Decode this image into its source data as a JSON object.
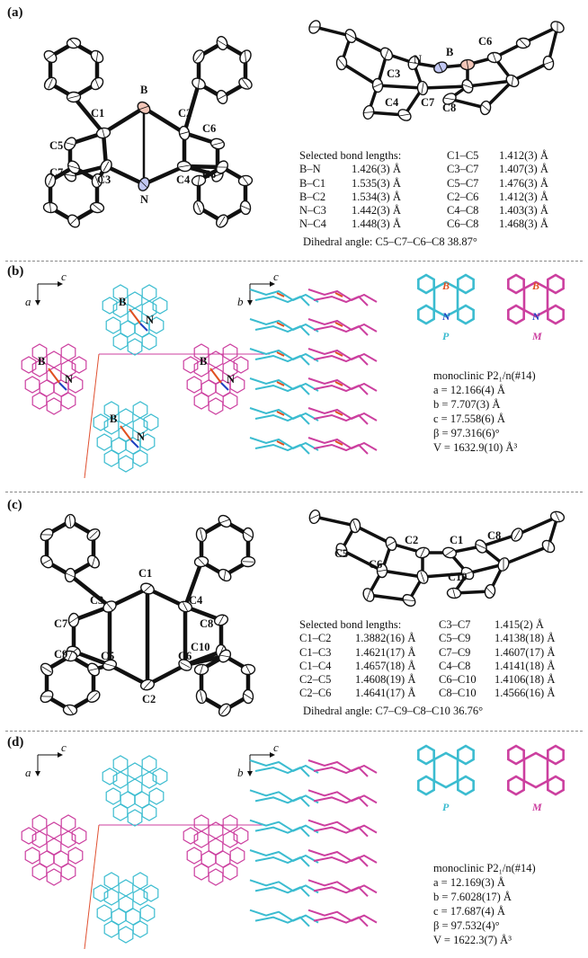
{
  "panels": {
    "a": {
      "label": "(a)",
      "atoms_top": [
        "C1",
        "B",
        "C2",
        "C5",
        "C6",
        "C7",
        "C3",
        "N",
        "C4",
        "C8"
      ],
      "atoms_side": [
        "N",
        "B",
        "C6",
        "C3",
        "C4",
        "C7",
        "C8"
      ],
      "bond_title": "Selected bond lengths:",
      "bonds_left": [
        [
          "B–N",
          "1.426(3) Å"
        ],
        [
          "B–C1",
          "1.535(3) Å"
        ],
        [
          "B–C2",
          "1.534(3) Å"
        ],
        [
          "N–C3",
          "1.442(3) Å"
        ],
        [
          "N–C4",
          "1.448(3) Å"
        ]
      ],
      "bonds_right": [
        [
          "C1–C5",
          "1.412(3) Å"
        ],
        [
          "C3–C7",
          "1.407(3) Å"
        ],
        [
          "C5–C7",
          "1.476(3) Å"
        ],
        [
          "C2–C6",
          "1.412(3) Å"
        ],
        [
          "C4–C8",
          "1.403(3) Å"
        ],
        [
          "C6–C8",
          "1.468(3) Å"
        ]
      ],
      "dihedral": "Dihedral angle: C5–C7–C6–C8  38.87°"
    },
    "b": {
      "label": "(b)",
      "axes_left": [
        "a",
        "c"
      ],
      "axes_mid": [
        "b",
        "c"
      ],
      "atom_b": "B",
      "atom_n": "N",
      "chiral": [
        "P",
        "M"
      ],
      "cell": [
        "monoclinic P2₁/n(#14)",
        "a = 12.166(4) Å",
        "b =   7.707(3) Å",
        "c = 17.558(6) Å",
        "β = 97.316(6)°",
        "V = 1632.9(10) Å³"
      ]
    },
    "c": {
      "label": "(c)",
      "atoms_top": [
        "C1",
        "C3",
        "C4",
        "C7",
        "C8",
        "C9",
        "C5",
        "C2",
        "C6",
        "C10"
      ],
      "atoms_side": [
        "C5",
        "C2",
        "C1",
        "C8",
        "C6",
        "C10"
      ],
      "bond_title": "Selected bond lengths:",
      "bonds_left": [
        [
          "C1–C2",
          "1.3882(16) Å"
        ],
        [
          "C1–C3",
          "1.4621(17) Å"
        ],
        [
          "C1–C4",
          "1.4657(18) Å"
        ],
        [
          "C2–C5",
          "1.4608(19) Å"
        ],
        [
          "C2–C6",
          "1.4641(17) Å"
        ]
      ],
      "bonds_right": [
        [
          "C3–C7",
          "1.415(2) Å"
        ],
        [
          "C5–C9",
          "1.4138(18) Å"
        ],
        [
          "C7–C9",
          "1.4607(17) Å"
        ],
        [
          "C4–C8",
          "1.4141(18) Å"
        ],
        [
          "C6–C10",
          "1.4106(18) Å"
        ],
        [
          "C8–C10",
          "1.4566(16) Å"
        ]
      ],
      "dihedral": "Dihedral angle: C7–C9–C8–C10  36.76°"
    },
    "d": {
      "label": "(d)",
      "axes_left": [
        "a",
        "c"
      ],
      "axes_mid": [
        "b",
        "c"
      ],
      "chiral": [
        "P",
        "M"
      ],
      "cell": [
        "monoclinic P2₁/n(#14)",
        "a =  12.169(3) Å",
        "b = 7.6028(17) Å",
        "c =   17.687(4) Å",
        "β = 97.532(4)°",
        "V = 1622.3(7) Å³"
      ]
    }
  },
  "colors": {
    "cyan": "#3bbcd0",
    "magenta": "#cc3f9f",
    "boron": "#e05020",
    "nitrogen": "#2040c0"
  }
}
